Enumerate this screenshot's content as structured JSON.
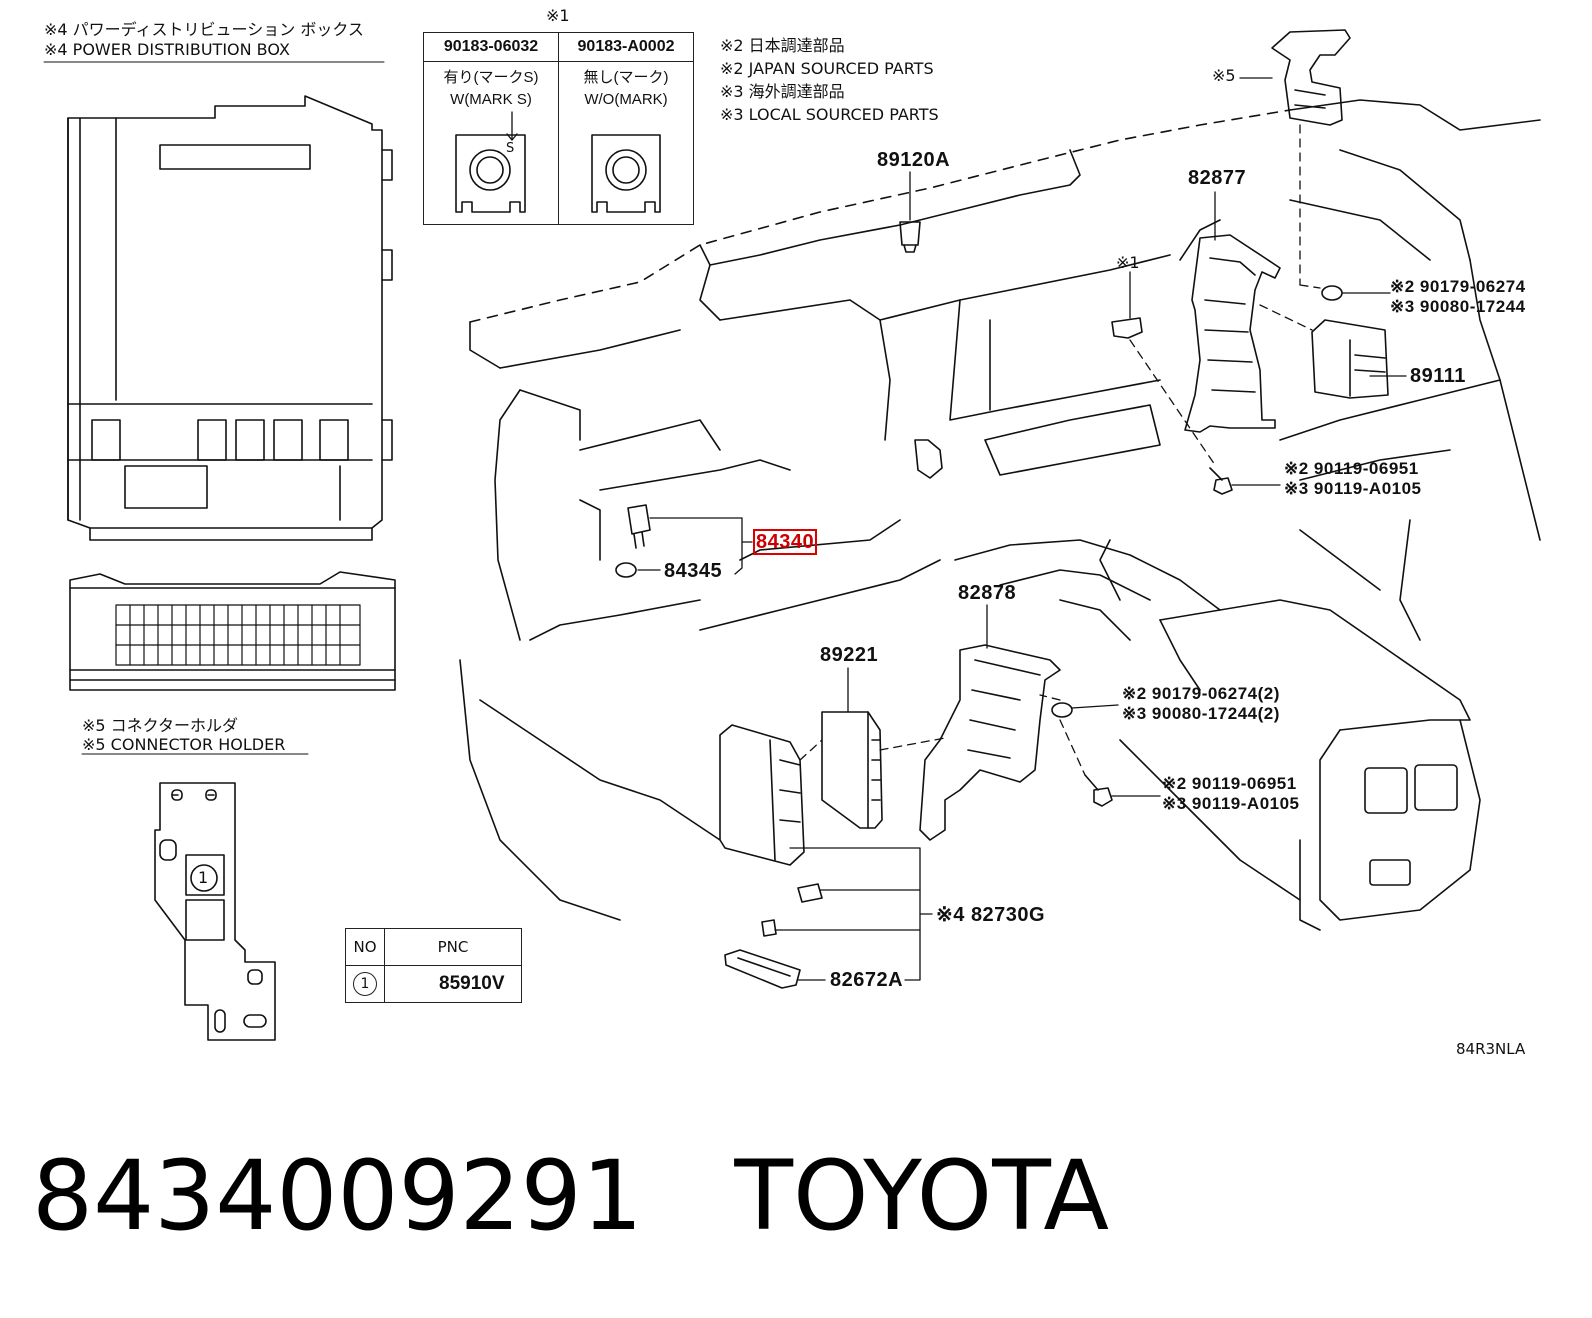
{
  "diagram_code": "84R3NLA",
  "title": {
    "part_number": "8434009291",
    "brand": "TOYOTA"
  },
  "notes": {
    "note1_mark": "※1",
    "pdb_jp": "※4 パワーディストリビューション ボックス",
    "pdb_en": "※4 POWER DISTRIBUTION BOX",
    "japan_jp": "※2 日本調達部品",
    "japan_en": "※2 JAPAN SOURCED PARTS",
    "local_jp": "※3 海外調達部品",
    "local_en": "※3 LOCAL SOURCED PARTS",
    "holder_jp": "※5 コネクターホルダ",
    "holder_en": "※5 CONNECTOR HOLDER"
  },
  "mark_table": {
    "col1_pn": "90183-06032",
    "col2_pn": "90183-A0002",
    "col1_jp": "有り(マークS)",
    "col1_en": "W(MARK S)",
    "col2_jp": "無し(マーク)",
    "col2_en": "W/O(MARK)",
    "s_letter": "S"
  },
  "pnc_table": {
    "header_no": "NO",
    "header_pnc": "PNC",
    "row_no": "1",
    "row_pnc": "85910V",
    "circle_one": "1"
  },
  "callouts": {
    "p89120A": "89120A",
    "p82877": "82877",
    "mark5": "※5",
    "mark1": "※1",
    "p90179_a_2": "※2 90179-06274",
    "p90080_a_3": "※3 90080-17244",
    "p89111": "89111",
    "p90119_a_2": "※2 90119-06951",
    "p90119_a_3": "※3 90119-A0105",
    "p84340": "84340",
    "p84345": "84345",
    "p82878": "82878",
    "p89221": "89221",
    "p90179_b_2": "※2 90179-06274(2)",
    "p90080_b_3": "※3 90080-17244(2)",
    "p90119_b_2": "※2 90119-06951",
    "p90119_b_3": "※3 90119-A0105",
    "p82730G": "※4 82730G",
    "p82672A": "82672A"
  }
}
